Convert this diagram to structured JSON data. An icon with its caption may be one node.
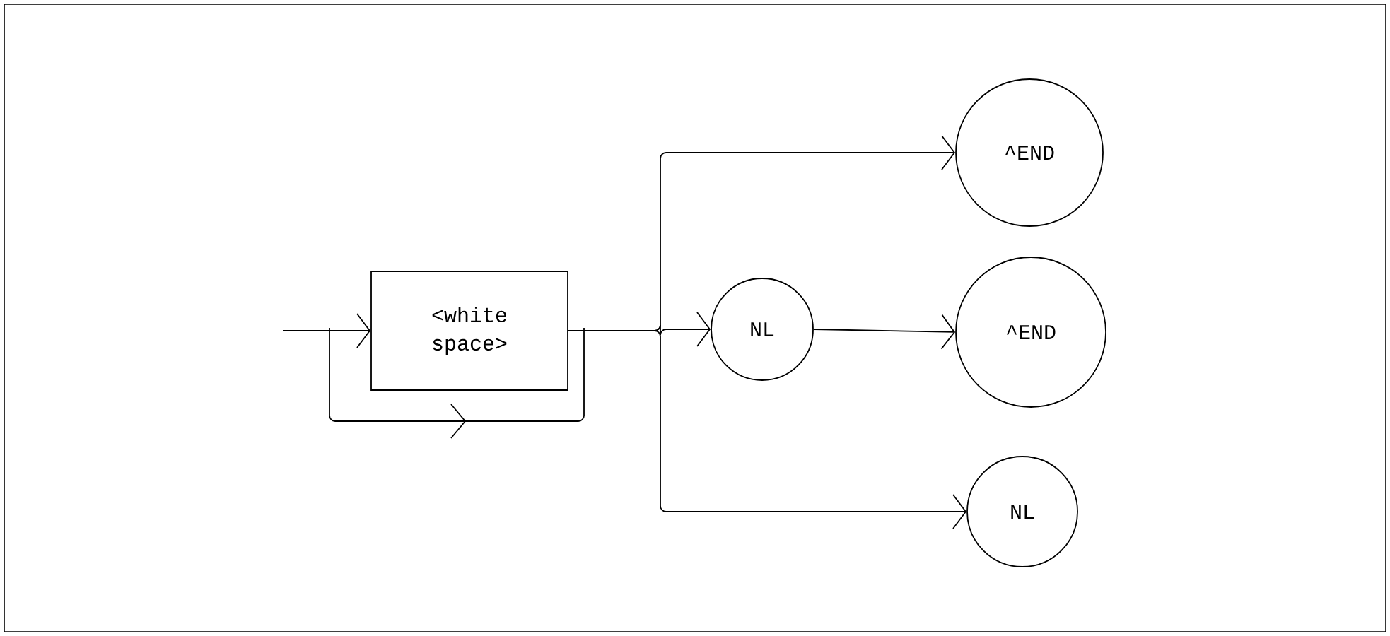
{
  "diagram": {
    "nodes": [
      {
        "text": [
          "<white space>"
        ]
      },
      {
        "text": [
          "^END"
        ]
      },
      {
        "text": [
          "NL"
        ]
      },
      {
        "text": [
          "^END"
        ]
      },
      {
        "text": [
          "NL"
        ]
      }
    ],
    "edges": [
      {
        "from": null,
        "to": 0,
        "arrow": "to"
      },
      {
        "from": 0,
        "to": 1,
        "arrow": "to"
      },
      {
        "from": 0,
        "to": 2,
        "arrow": "to"
      },
      {
        "from": 0,
        "to": 4,
        "arrow": "to"
      },
      {
        "from": 2,
        "to": 3,
        "arrow": "to"
      }
    ]
  }
}
